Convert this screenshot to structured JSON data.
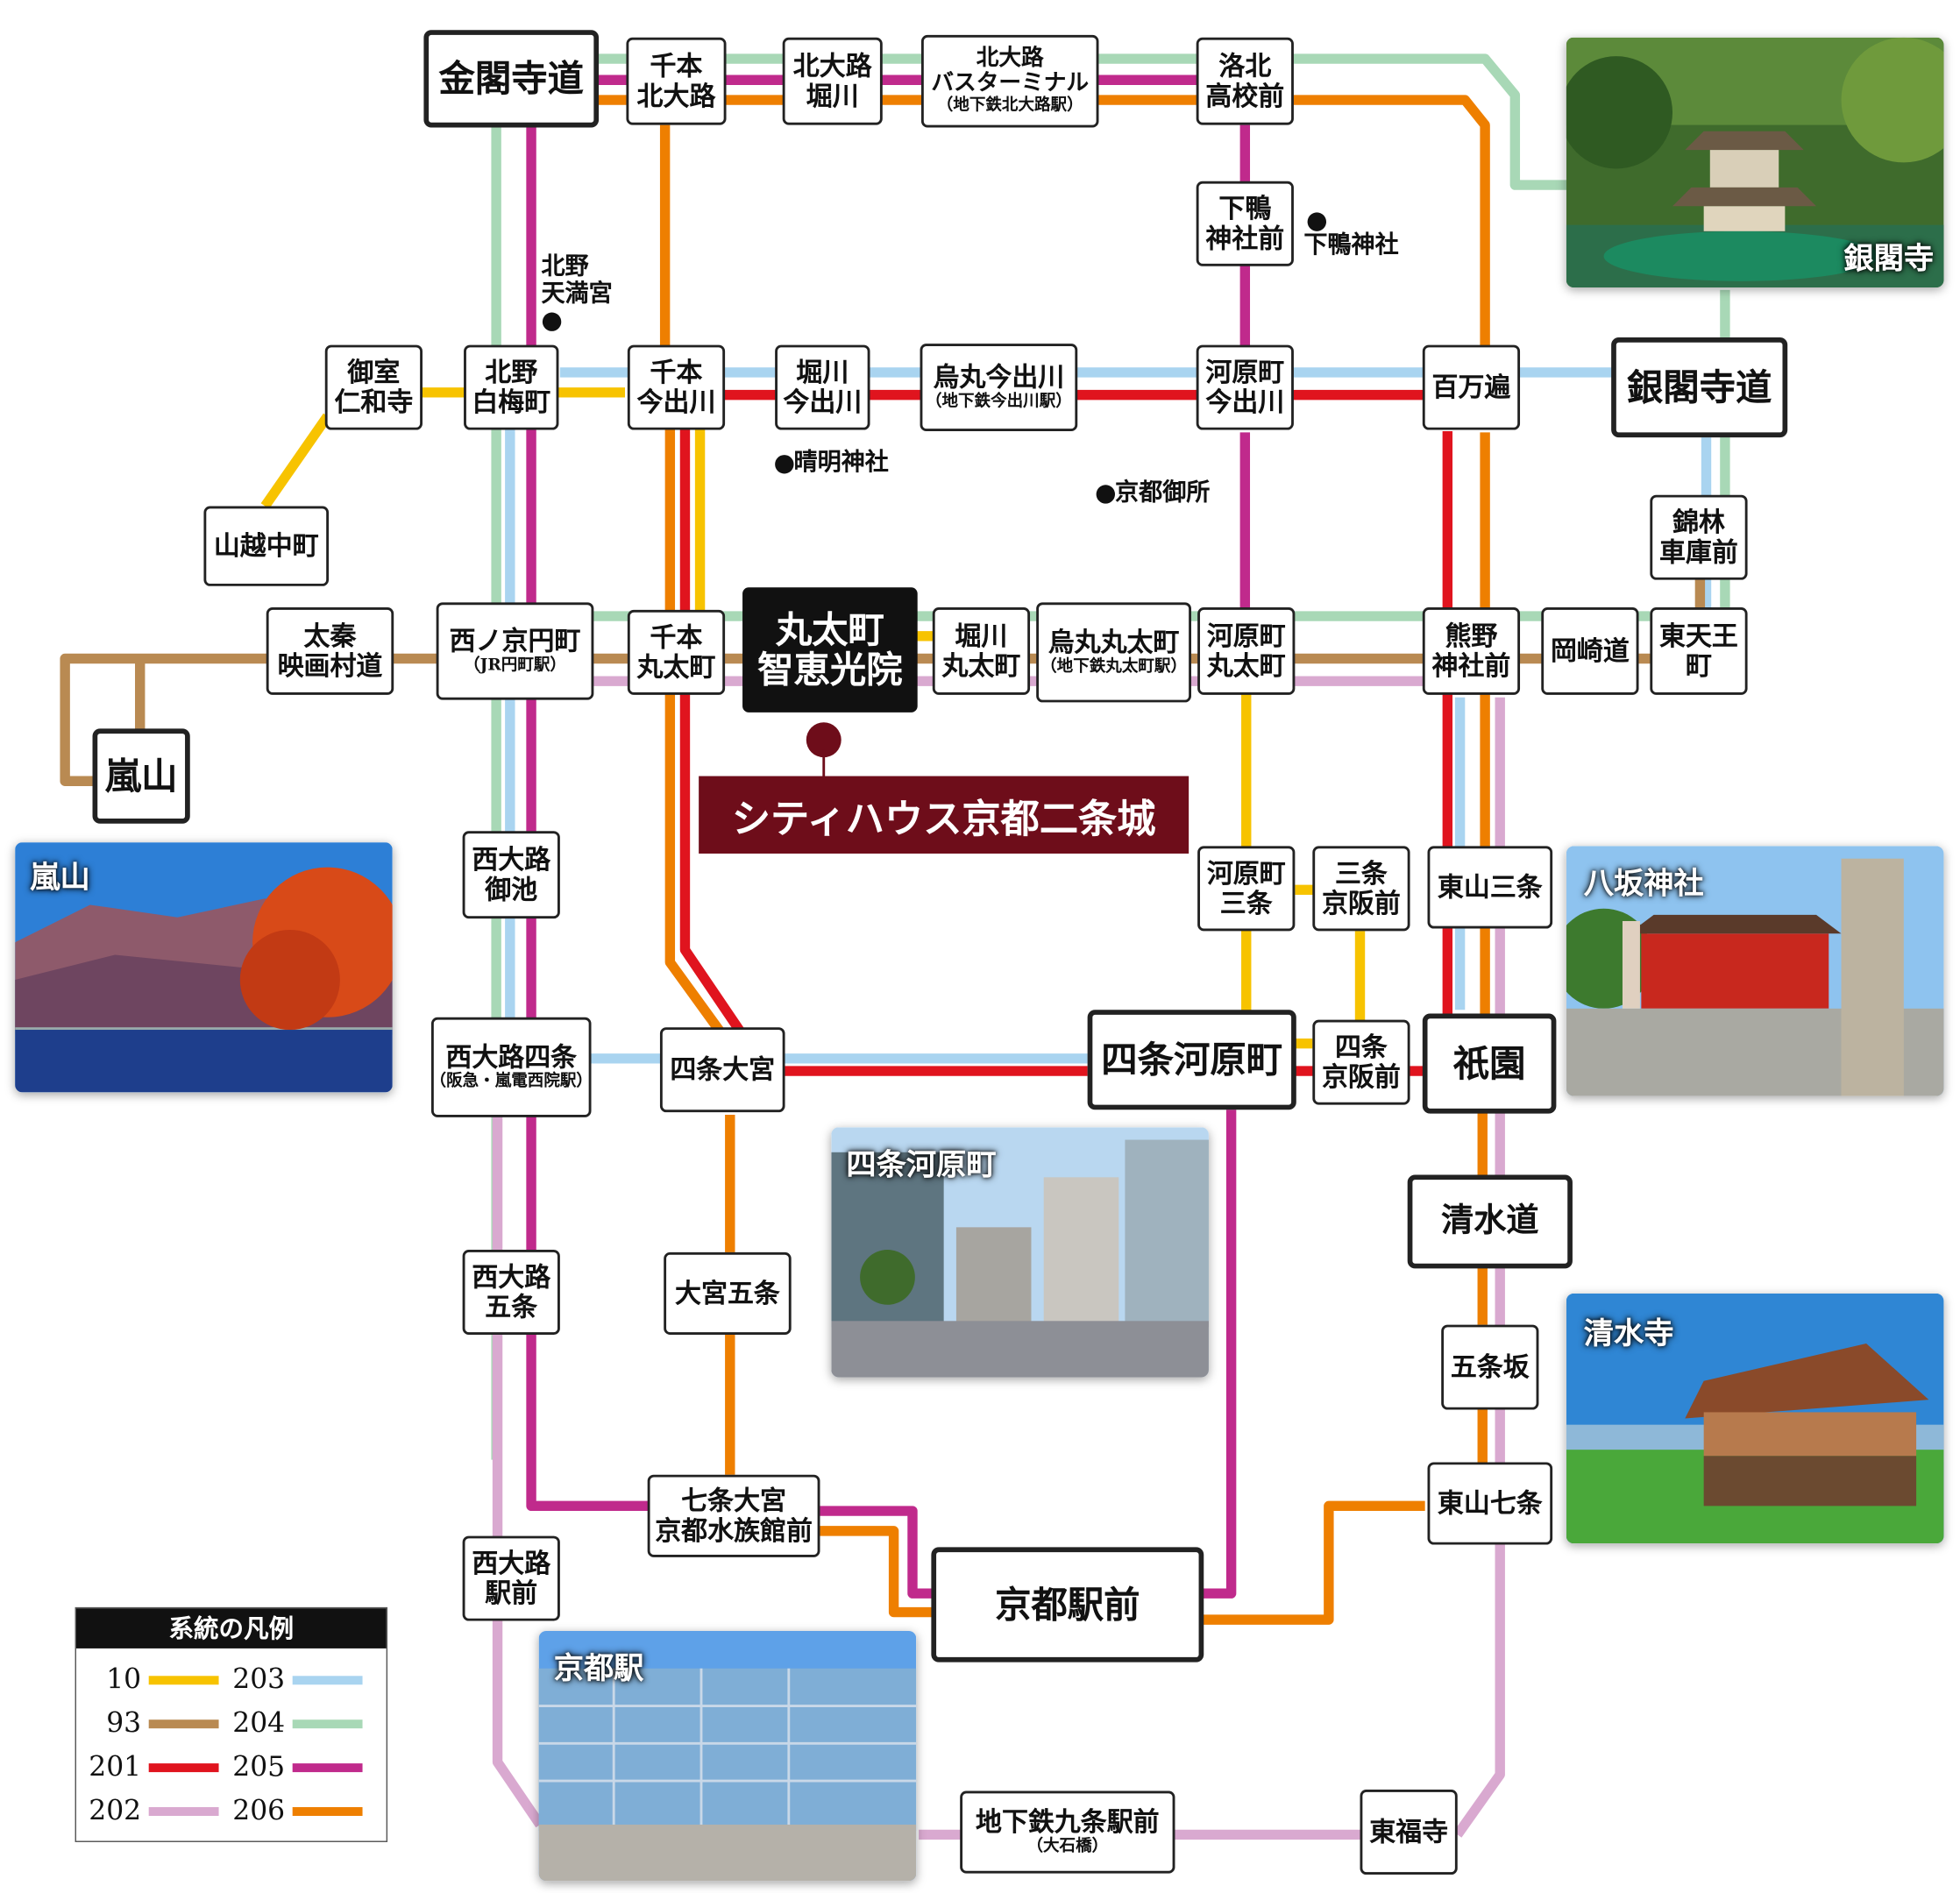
{
  "map_title_none": "",
  "colors": {
    "r10": "#f7c300",
    "r93": "#b98a52",
    "r201": "#e0141e",
    "r202": "#d9a9d0",
    "r203": "#a9d4f0",
    "r204": "#a8d8b6",
    "r205": "#c02a8c",
    "r206": "#ee7f00",
    "property": "#6e0d1a"
  },
  "stations": {
    "kinkakuji": "金閣寺道",
    "senbon_kitaoji": [
      "千本",
      "北大路"
    ],
    "kitaoji_horikawa": [
      "北大路",
      "堀川"
    ],
    "kitaoji_bt": [
      "北大路",
      "バスターミナル"
    ],
    "kitaoji_bt_sub": "（地下鉄北大路駅）",
    "rakuhoku": [
      "洛北",
      "高校前"
    ],
    "shimogamo": [
      "下鴨",
      "神社前"
    ],
    "omuro": [
      "御室",
      "仁和寺"
    ],
    "kitano_hakubai": [
      "北野",
      "白梅町"
    ],
    "senbon_imadegawa": [
      "千本",
      "今出川"
    ],
    "horikawa_imadegawa": [
      "堀川",
      "今出川"
    ],
    "karasuma_imadegawa": "烏丸今出川",
    "karasuma_imadegawa_sub": "（地下鉄今出川駅）",
    "kawaramachi_imadegawa": [
      "河原町",
      "今出川"
    ],
    "hyakumanben": "百万遍",
    "ginkakuji": "銀閣寺道",
    "kinrin": [
      "錦林",
      "車庫前"
    ],
    "yamagoe": "山越中町",
    "uzumasa": [
      "太秦",
      "映画村道"
    ],
    "nishinokyo": "西ノ京円町",
    "nishinokyo_sub": "（JR円町駅）",
    "senbon_marutamachi": [
      "千本",
      "丸太町"
    ],
    "home": [
      "丸太町",
      "智恵光院"
    ],
    "horikawa_marutamachi": [
      "堀川",
      "丸太町"
    ],
    "karasuma_marutamachi": "烏丸丸太町",
    "karasuma_marutamachi_sub": "（地下鉄丸太町駅）",
    "kawaramachi_marutamachi": [
      "河原町",
      "丸太町"
    ],
    "kumano": [
      "熊野",
      "神社前"
    ],
    "okazaki": "岡崎道",
    "higashitenno": [
      "東天王",
      "町"
    ],
    "arashiyama": "嵐山",
    "nishioji_oike": [
      "西大路",
      "御池"
    ],
    "kawaramachi_sanjo": [
      "河原町",
      "三条"
    ],
    "sanjo_keihan": [
      "三条",
      "京阪前"
    ],
    "higashiyama_sanjo": "東山三条",
    "nishioji_shijo": "西大路四条",
    "nishioji_shijo_sub": "（阪急・嵐電西院駅）",
    "shijo_omiya": "四条大宮",
    "shijo_kawaramachi": "四条河原町",
    "shijo_keihan": [
      "四条",
      "京阪前"
    ],
    "gion": "祇園",
    "kiyomizu_michi": "清水道",
    "nishioji_gojo": [
      "西大路",
      "五条"
    ],
    "omiya_gojo": "大宮五条",
    "gojozaka": "五条坂",
    "shichijo_omiya": "七条大宮",
    "shichijo_omiya2": "京都水族館前",
    "higashiyama_shichijo": "東山七条",
    "kyoto_station": "京都駅前",
    "nishioji_ekimae": [
      "西大路",
      "駅前"
    ],
    "kujo": "地下鉄九条駅前",
    "kujo_sub": "（大石橋）",
    "tofukuji": "東福寺"
  },
  "landmarks": {
    "kitano_tenmangu": [
      "北野",
      "天満宮"
    ],
    "shimogamo_jinja": "下鴨神社",
    "seimei": "晴明神社",
    "gosho": "京都御所"
  },
  "property": "シティハウス京都二条城",
  "photos": {
    "ginkakuji": "銀閣寺",
    "arashiyama": "嵐山",
    "yasaka": "八坂神社",
    "shijo_kawaramachi": "四条河原町",
    "kiyomizudera": "清水寺",
    "kyoto_eki": "京都駅"
  },
  "legend": {
    "title": "系統の凡例",
    "items": [
      {
        "route": "10",
        "color": "#f7c300"
      },
      {
        "route": "93",
        "color": "#b98a52"
      },
      {
        "route": "201",
        "color": "#e0141e"
      },
      {
        "route": "202",
        "color": "#d9a9d0"
      },
      {
        "route": "203",
        "color": "#a9d4f0"
      },
      {
        "route": "204",
        "color": "#a8d8b6"
      },
      {
        "route": "205",
        "color": "#c02a8c"
      },
      {
        "route": "206",
        "color": "#ee7f00"
      }
    ]
  }
}
